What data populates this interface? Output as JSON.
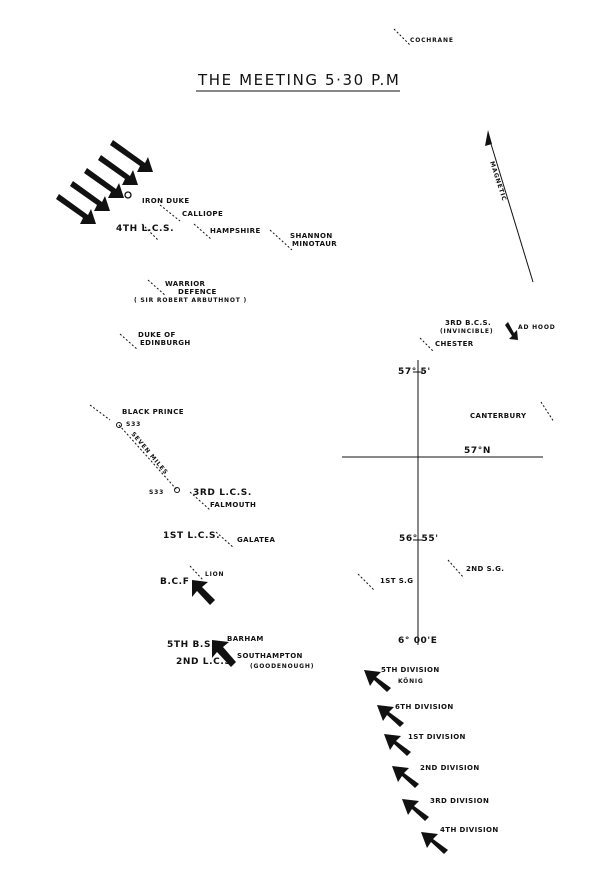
{
  "title": "THE MEETING  5·30 P.M",
  "ships": {
    "cochrane": "COCHRANE",
    "iron_duke": "IRON DUKE",
    "calliope": "CALLIOPE",
    "fourth_lcs": "4TH L.C.S.",
    "hampshire": "HAMPSHIRE",
    "shannon": "SHANNON",
    "minotaur": "MINOTAUR",
    "warrior": "WARRIOR",
    "defence": "DEFENCE",
    "arbuthnot": "( SIR ROBERT ARBUTHNOT )",
    "duke_of": "DUKE OF",
    "edinburgh": "EDINBURGH",
    "black_prince": "BLACK PRINCE",
    "s33_top": "S33",
    "s33_bottom": "S33",
    "seven_miles": "SEVEN MILES",
    "third_lcs": "3RD L.C.S.",
    "falmouth": "FALMOUTH",
    "first_lcs": "1ST L.C.S.",
    "galatea": "GALATEA",
    "bcf": "B.C.F",
    "lion": "LION",
    "fifth_bs": "5TH B.S.",
    "barham": "BARHAM",
    "second_lcs": "2ND L.C.S.",
    "southampton": "SOUTHAMPTON",
    "goodenough": "(GOODENOUGH)",
    "third_bcs": "3RD B.C.S.",
    "invincible": "(INVINCIBLE)",
    "ad_hood": "AD HOOD",
    "chester": "CHESTER",
    "canterbury": "CANTERBURY",
    "first_sg": "1ST S.G",
    "second_sg": "2ND S.G."
  },
  "divisions": {
    "fifth": "5TH DIVISION",
    "konig": "KÖNIG",
    "sixth": "6TH DIVISION",
    "first": "1ST DIVISION",
    "second": "2ND DIVISION",
    "third": "3RD DIVISION",
    "fourth": "4TH DIVISION"
  },
  "coords": {
    "lat_57_5": "57° 5'",
    "lat_57": "57°N",
    "lat_56_55": "56° 55'",
    "lon_6": "6° 00'E"
  },
  "compass": "MAGNETIC"
}
